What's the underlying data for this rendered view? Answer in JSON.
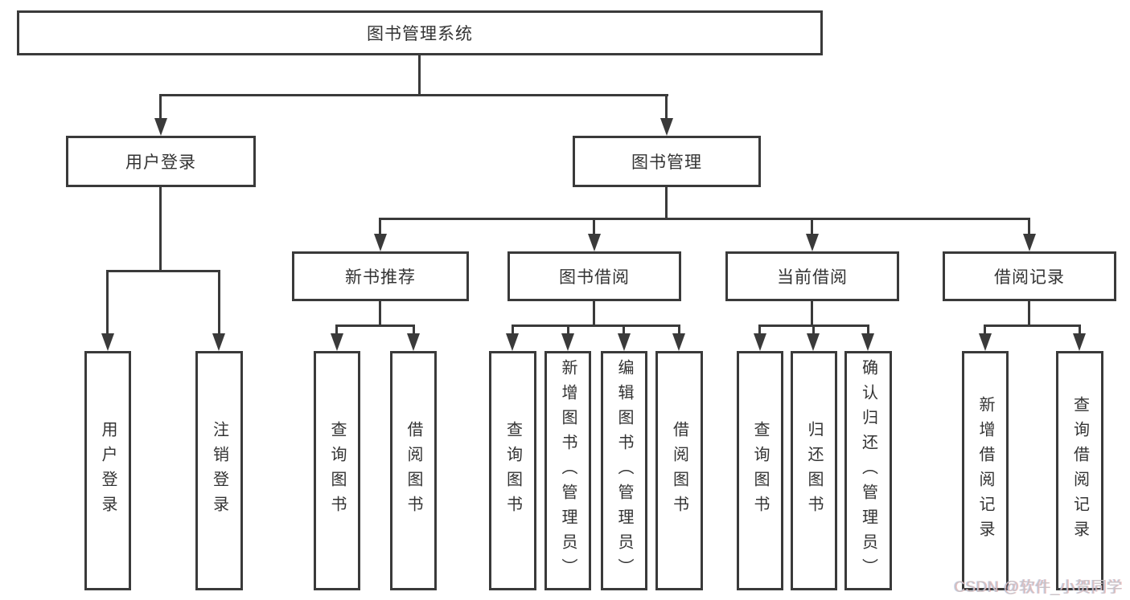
{
  "colors": {
    "line": "#3a3a3a",
    "text": "#333333",
    "watermark": "#c9c2c6"
  },
  "diagram": {
    "root": "图书管理系统",
    "user_login": {
      "label": "用户登录",
      "children": [
        "用户登录",
        "注销登录"
      ]
    },
    "book_mgmt": {
      "label": "图书管理",
      "sections": [
        {
          "label": "新书推荐",
          "children": [
            "查询图书",
            "借阅图书"
          ]
        },
        {
          "label": "图书借阅",
          "children": [
            "查询图书",
            "新增图书（管理员）",
            "编辑图书（管理员）",
            "借阅图书"
          ]
        },
        {
          "label": "当前借阅",
          "children": [
            "查询图书",
            "归还图书",
            "确认归还（管理员）"
          ]
        },
        {
          "label": "借阅记录",
          "children": [
            "新增借阅记录",
            "查询借阅记录"
          ]
        }
      ]
    }
  },
  "watermark": {
    "text": "CSDN @软件_小贺同学"
  }
}
